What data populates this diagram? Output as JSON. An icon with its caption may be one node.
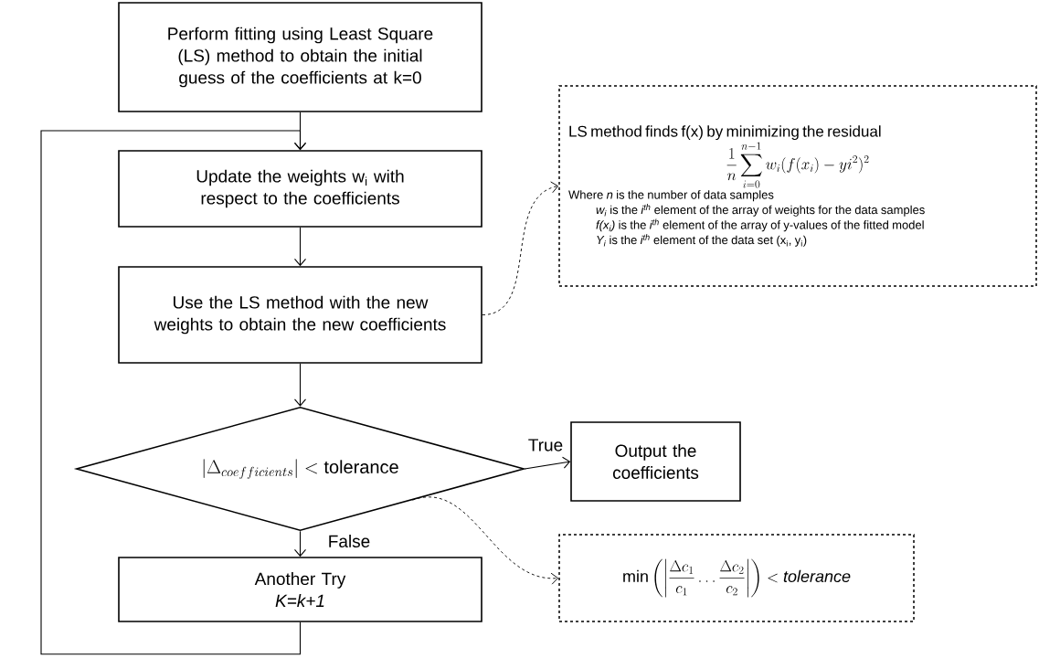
{
  "diagram": {
    "nodes": [
      {
        "text": [
          "Perform fitting using Least Square (LS) method to obtain the initial guess of the coefficients at k=0"
        ]
      },
      {
        "text": [
          "Update the weights w$_{i}$ with respect to the coefficients"
        ]
      },
      {
        "text": [
          "Use the LS method with the new weights to obtain the new coefficients"
        ]
      },
      {
        "text": [
          "\\left|\\Delta_{coefficients}\\right| < \\text{tolerance}"
        ]
      },
      {
        "text": [
          "Output the coefficients"
        ]
      },
      {
        "text": [
          "Another Try",
          "K=k+1"
        ]
      },
      {
        "text": [
          "LS method finds f(x) by minimizing the residual",
          "\\frac{1}{n}\\sum_{i=0}^{n-1} w_i(f(x_i)-yi^2)^2",
          "Where *n* is the number of data samples",
          "*w$_{i}$* is the *i$^{th}$* element of the array of weights for the data samples",
          "*f(x$_{i}$)* is the *i$^{th}$* element of the array of y-values of the fitted model",
          "*Y$_{i}$* is the *i$^{th}$* element of the data set (x$_{i}$, y$_{i}$)"
        ]
      },
      {
        "text": [
          "\\min\\left(\\left|\\frac{\\Delta c_1}{c_1}\\dots\\frac{\\Delta c_2}{c_2}\\right|\\right) < \\mathit{tolerance}"
        ]
      }
    ],
    "edges": [
      {
        "from": 0,
        "to": 1,
        "arrow": "to"
      },
      {
        "from": 1,
        "to": 2,
        "arrow": "to"
      },
      {
        "from": 2,
        "to": 3,
        "arrow": "to"
      },
      {
        "from": 3,
        "to": 4,
        "arrow": "to",
        "label": "True"
      },
      {
        "from": 3,
        "to": 5,
        "arrow": "to",
        "label": "False"
      },
      {
        "from": 5,
        "to": 1,
        "arrow": "to"
      },
      {
        "from": 2,
        "to": 6,
        "arrow": "to",
        "style": "dashed"
      },
      {
        "from": 3,
        "to": 7,
        "arrow": "to",
        "style": "dashed"
      }
    ]
  }
}
